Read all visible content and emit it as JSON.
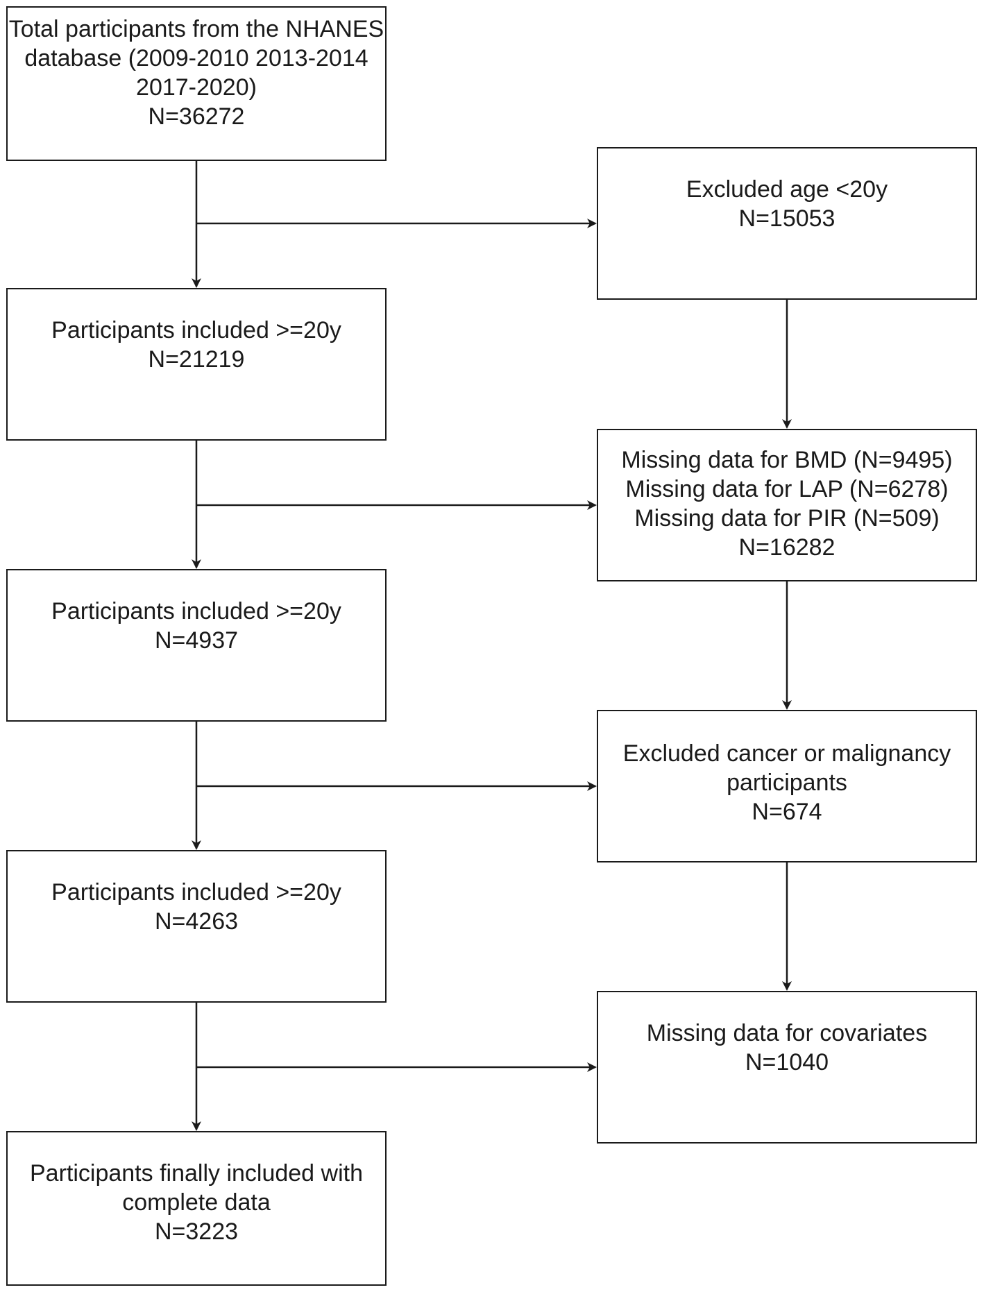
{
  "flow": {
    "total": {
      "lines": [
        "Total participants from the NHANES",
        "database (2009-2010 2013-2014",
        "2017-2020)",
        "N=36272"
      ]
    },
    "included_1": {
      "lines": [
        "Participants included >=20y",
        "N=21219"
      ]
    },
    "included_2": {
      "lines": [
        "Participants included >=20y",
        "N=4937"
      ]
    },
    "included_3": {
      "lines": [
        "Participants included >=20y",
        "N=4263"
      ]
    },
    "final": {
      "lines": [
        "Participants finally included with",
        "complete data",
        "N=3223"
      ]
    },
    "excluded_1": {
      "lines": [
        "Excluded age <20y",
        "N=15053"
      ]
    },
    "excluded_2": {
      "lines": [
        "Missing data for BMD (N=9495)",
        "Missing data for LAP (N=6278)",
        "Missing data for PIR (N=509)",
        "N=16282"
      ]
    },
    "excluded_3": {
      "lines": [
        "Excluded cancer or malignancy",
        "participants",
        "N=674"
      ]
    },
    "excluded_4": {
      "lines": [
        "Missing data for covariates",
        "N=1040"
      ]
    }
  },
  "colors": {
    "stroke": "#1a1a1a",
    "background": "#ffffff"
  }
}
